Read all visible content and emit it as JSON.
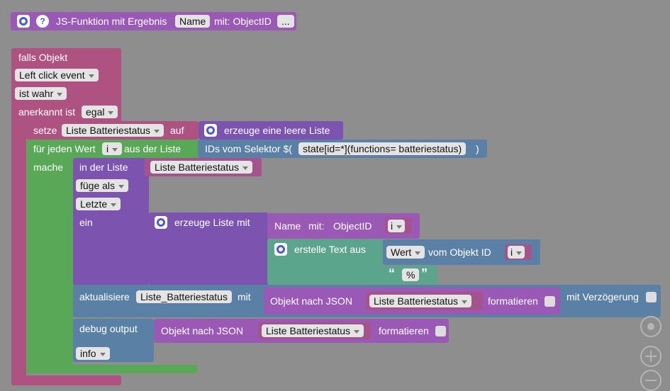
{
  "func_header": {
    "prefix": "JS-Funktion mit Ergebnis",
    "name_field": "Name",
    "with_label": "mit: ObjectID",
    "more_field": "..."
  },
  "if_block": {
    "label": "falls Objekt",
    "event_field": "Left click event",
    "condition_field": "ist wahr",
    "ack_label": "anerkannt ist",
    "ack_field": "egal"
  },
  "set_block": {
    "label": "setze",
    "var_field": "Liste Batteriestatus",
    "on_label": "auf",
    "empty_list_label": "erzeuge eine leere Liste"
  },
  "for_each": {
    "label": "für jeden Wert",
    "var_field": "i",
    "from_label": "aus der Liste",
    "do_label": "mache"
  },
  "selector": {
    "label": "IDs vom Selektor $(",
    "value": "state[id=*](functions= batteriestatus)",
    "close": ")"
  },
  "list_insert": {
    "in_label": "in der Liste",
    "list_field": "Liste Batteriestatus",
    "mode_field": "füge als",
    "where_field": "Letzte",
    "ein_label": "ein"
  },
  "create_list": {
    "label": "erzeuge Liste mit"
  },
  "func_call": {
    "name_label": "Name",
    "with_label": "mit:",
    "param_label": "ObjectID",
    "param_field": "i"
  },
  "create_text": {
    "label": "erstelle Text aus"
  },
  "obj_value": {
    "attr_field": "Wert",
    "of_label": "vom Objekt ID",
    "id_field": "i"
  },
  "text_literal": {
    "open_quote": "“",
    "value": "%",
    "close_quote": "”"
  },
  "update": {
    "label": "aktualisiere",
    "target_field": "Liste_Batteriestatus",
    "with_label": "mit",
    "json_label": "Objekt nach JSON",
    "json_var": "Liste Batteriestatus",
    "format_label": "formatieren",
    "delay_label": "mit Verzögerung"
  },
  "debug": {
    "label": "debug output",
    "json_label": "Objekt nach JSON",
    "json_var": "Liste Batteriestatus",
    "format_label": "formatieren",
    "level_field": "info"
  },
  "colors": {
    "function": "#9b59b6",
    "event": "#ad5281",
    "list": "#7c54b0",
    "loop": "#58a857",
    "system": "#5b80a5",
    "text": "#5ba58c",
    "value": "#a5538d"
  }
}
